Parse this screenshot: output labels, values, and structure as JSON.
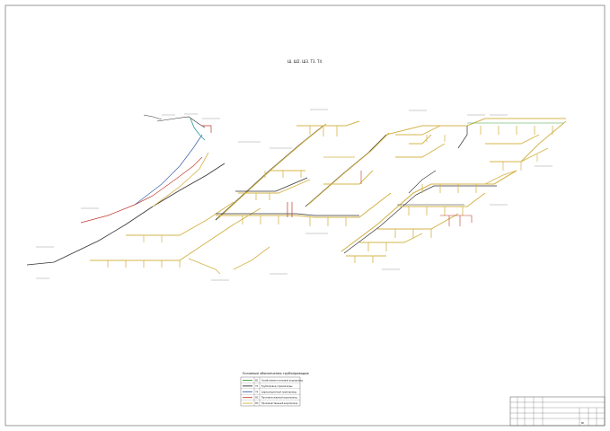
{
  "drawing": {
    "title": "Ш. Ш2. Ш3. Т3. Т4",
    "colors": {
      "pipe_yellow": "#d4b44a",
      "pipe_green": "#3f9f3a",
      "pipe_blue": "#3a5fa8",
      "pipe_red": "#c0392b",
      "pipe_teal": "#2a9d9d",
      "pipe_dark": "#333333",
      "pipe_orange": "#d98b2b",
      "frame": "#555555"
    }
  },
  "legend": {
    "title": "Условные обозначения трубопроводов",
    "items": [
      {
        "code": "В1",
        "text": "Хозяйственно-питьевой водопровод",
        "color": "#3f9f3a"
      },
      {
        "code": "Т3",
        "text": "Трубопровод горячей воды",
        "color": "#333333"
      },
      {
        "code": "Т4",
        "text": "Циркуляционный трубопровод",
        "color": "#3a5fa8"
      },
      {
        "code": "В2",
        "text": "Противопожарный водопровод",
        "color": "#c0392b"
      },
      {
        "code": "В3",
        "text": "Производственный водопровод",
        "color": "#d4b44a"
      }
    ]
  },
  "stamp": {
    "sheet_code": "ВК"
  }
}
